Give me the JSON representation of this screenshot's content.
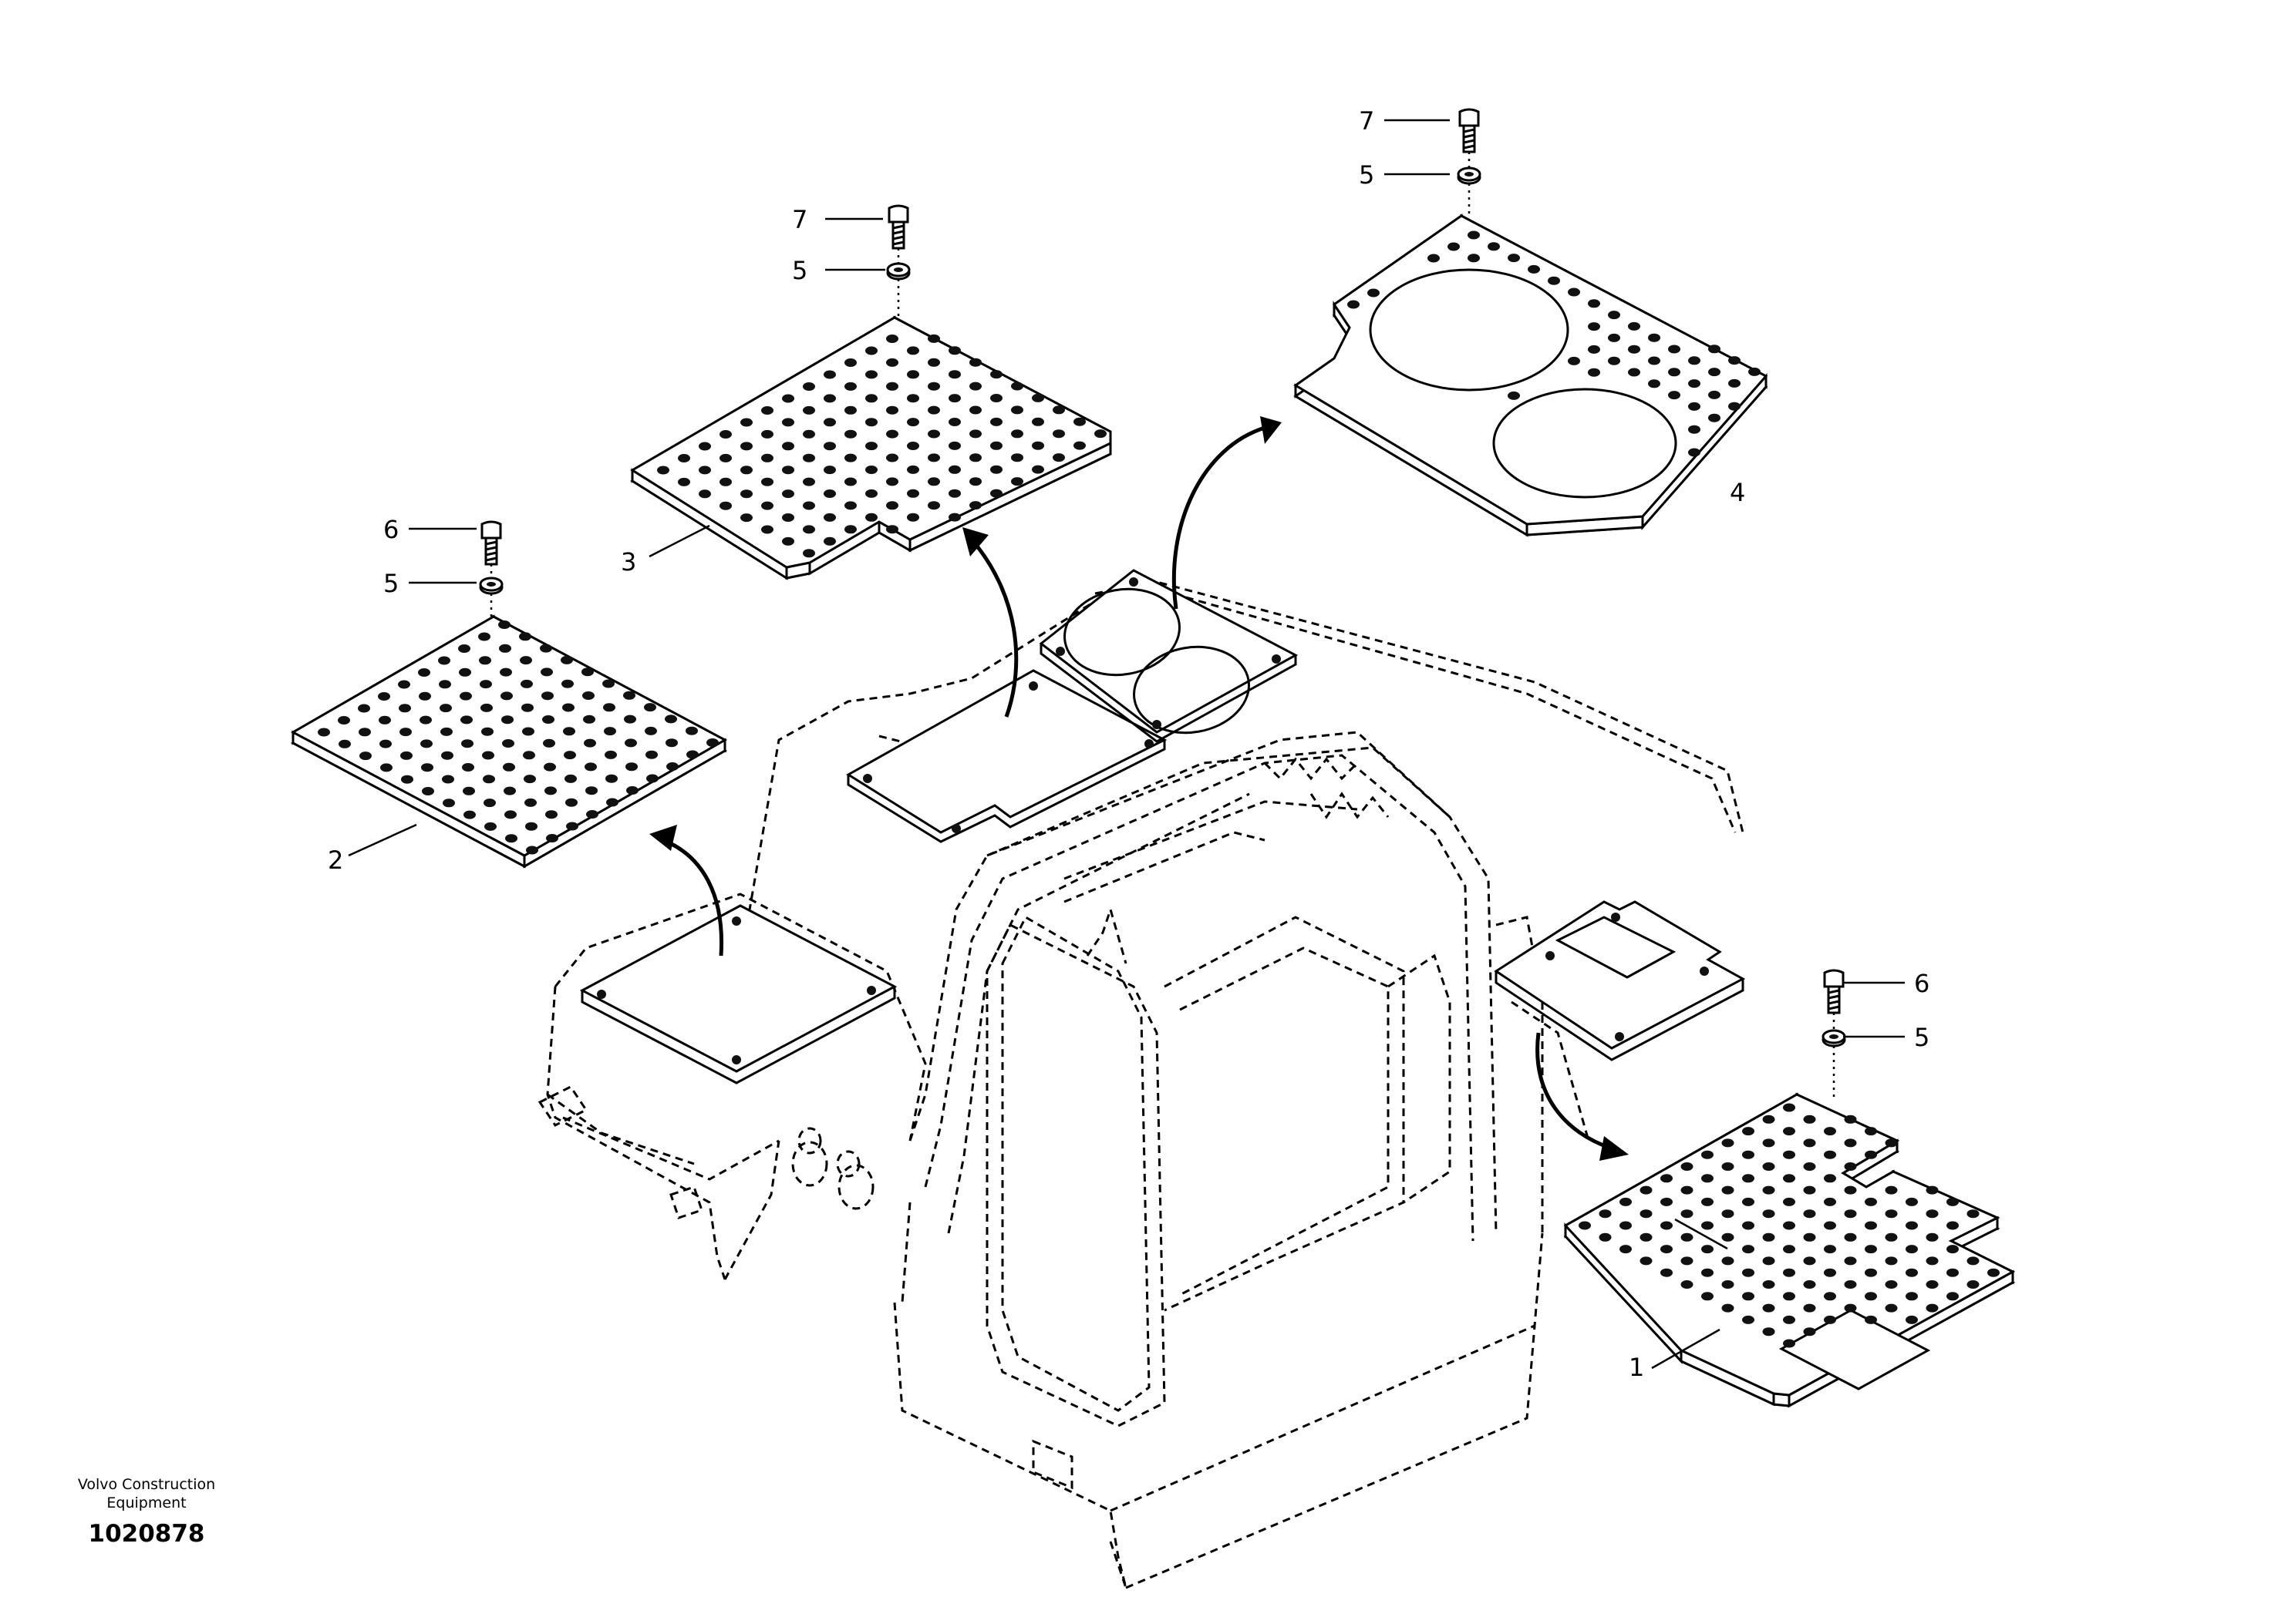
{
  "drawing": {
    "brand_line1": "Volvo Construction",
    "brand_line2": "Equipment",
    "drawing_number": "1020878"
  },
  "callouts": {
    "part_1": "1",
    "part_2": "2",
    "part_3": "3",
    "part_4": "4",
    "panel3_bolt": "7",
    "panel3_washer": "5",
    "panel4_bolt": "7",
    "panel4_washer": "5",
    "panel2_bolt": "6",
    "panel2_washer": "5",
    "panel1_bolt": "6",
    "panel1_washer": "5"
  },
  "icons": {
    "bolt": "bolt-icon",
    "washer": "washer-icon",
    "arrow": "curved-arrow-icon"
  }
}
